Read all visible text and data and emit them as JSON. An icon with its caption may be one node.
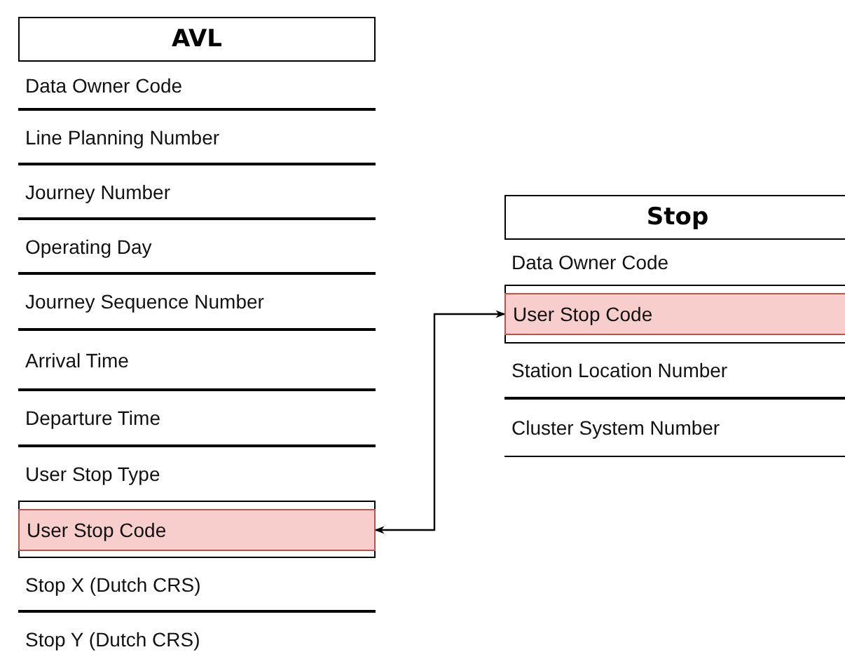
{
  "diagram": {
    "nodes": [
      {
        "text": [
          "AVL"
        ]
      },
      {
        "text": [
          "Data Owner Code"
        ],
        "in": 0
      },
      {
        "text": [
          "Line Planning Number"
        ],
        "in": 0
      },
      {
        "text": [
          "Journey Number"
        ],
        "in": 0
      },
      {
        "text": [
          "Operating Day"
        ],
        "in": 0
      },
      {
        "text": [
          "Journey Sequence Number"
        ],
        "in": 0
      },
      {
        "text": [
          "Arrival Time"
        ],
        "in": 0
      },
      {
        "text": [
          "Departure Time"
        ],
        "in": 0
      },
      {
        "text": [
          "User Stop Type"
        ],
        "in": 0
      },
      {
        "text": [
          "User Stop Code"
        ],
        "in": 0
      },
      {
        "text": [
          "Stop X (Dutch CRS)"
        ],
        "in": 0
      },
      {
        "text": [
          "Stop Y (Dutch CRS)"
        ],
        "in": 0
      },
      {
        "text": [
          "Stop"
        ]
      },
      {
        "text": [
          "Data Owner Code"
        ],
        "in": 12
      },
      {
        "text": [
          "User Stop Code"
        ],
        "in": 12
      },
      {
        "text": [
          "Station Location Number"
        ],
        "in": 12
      },
      {
        "text": [
          "Cluster System Number"
        ],
        "in": 12
      }
    ],
    "edges": [
      {
        "from": 9,
        "to": 14,
        "arrow": "both"
      }
    ]
  }
}
